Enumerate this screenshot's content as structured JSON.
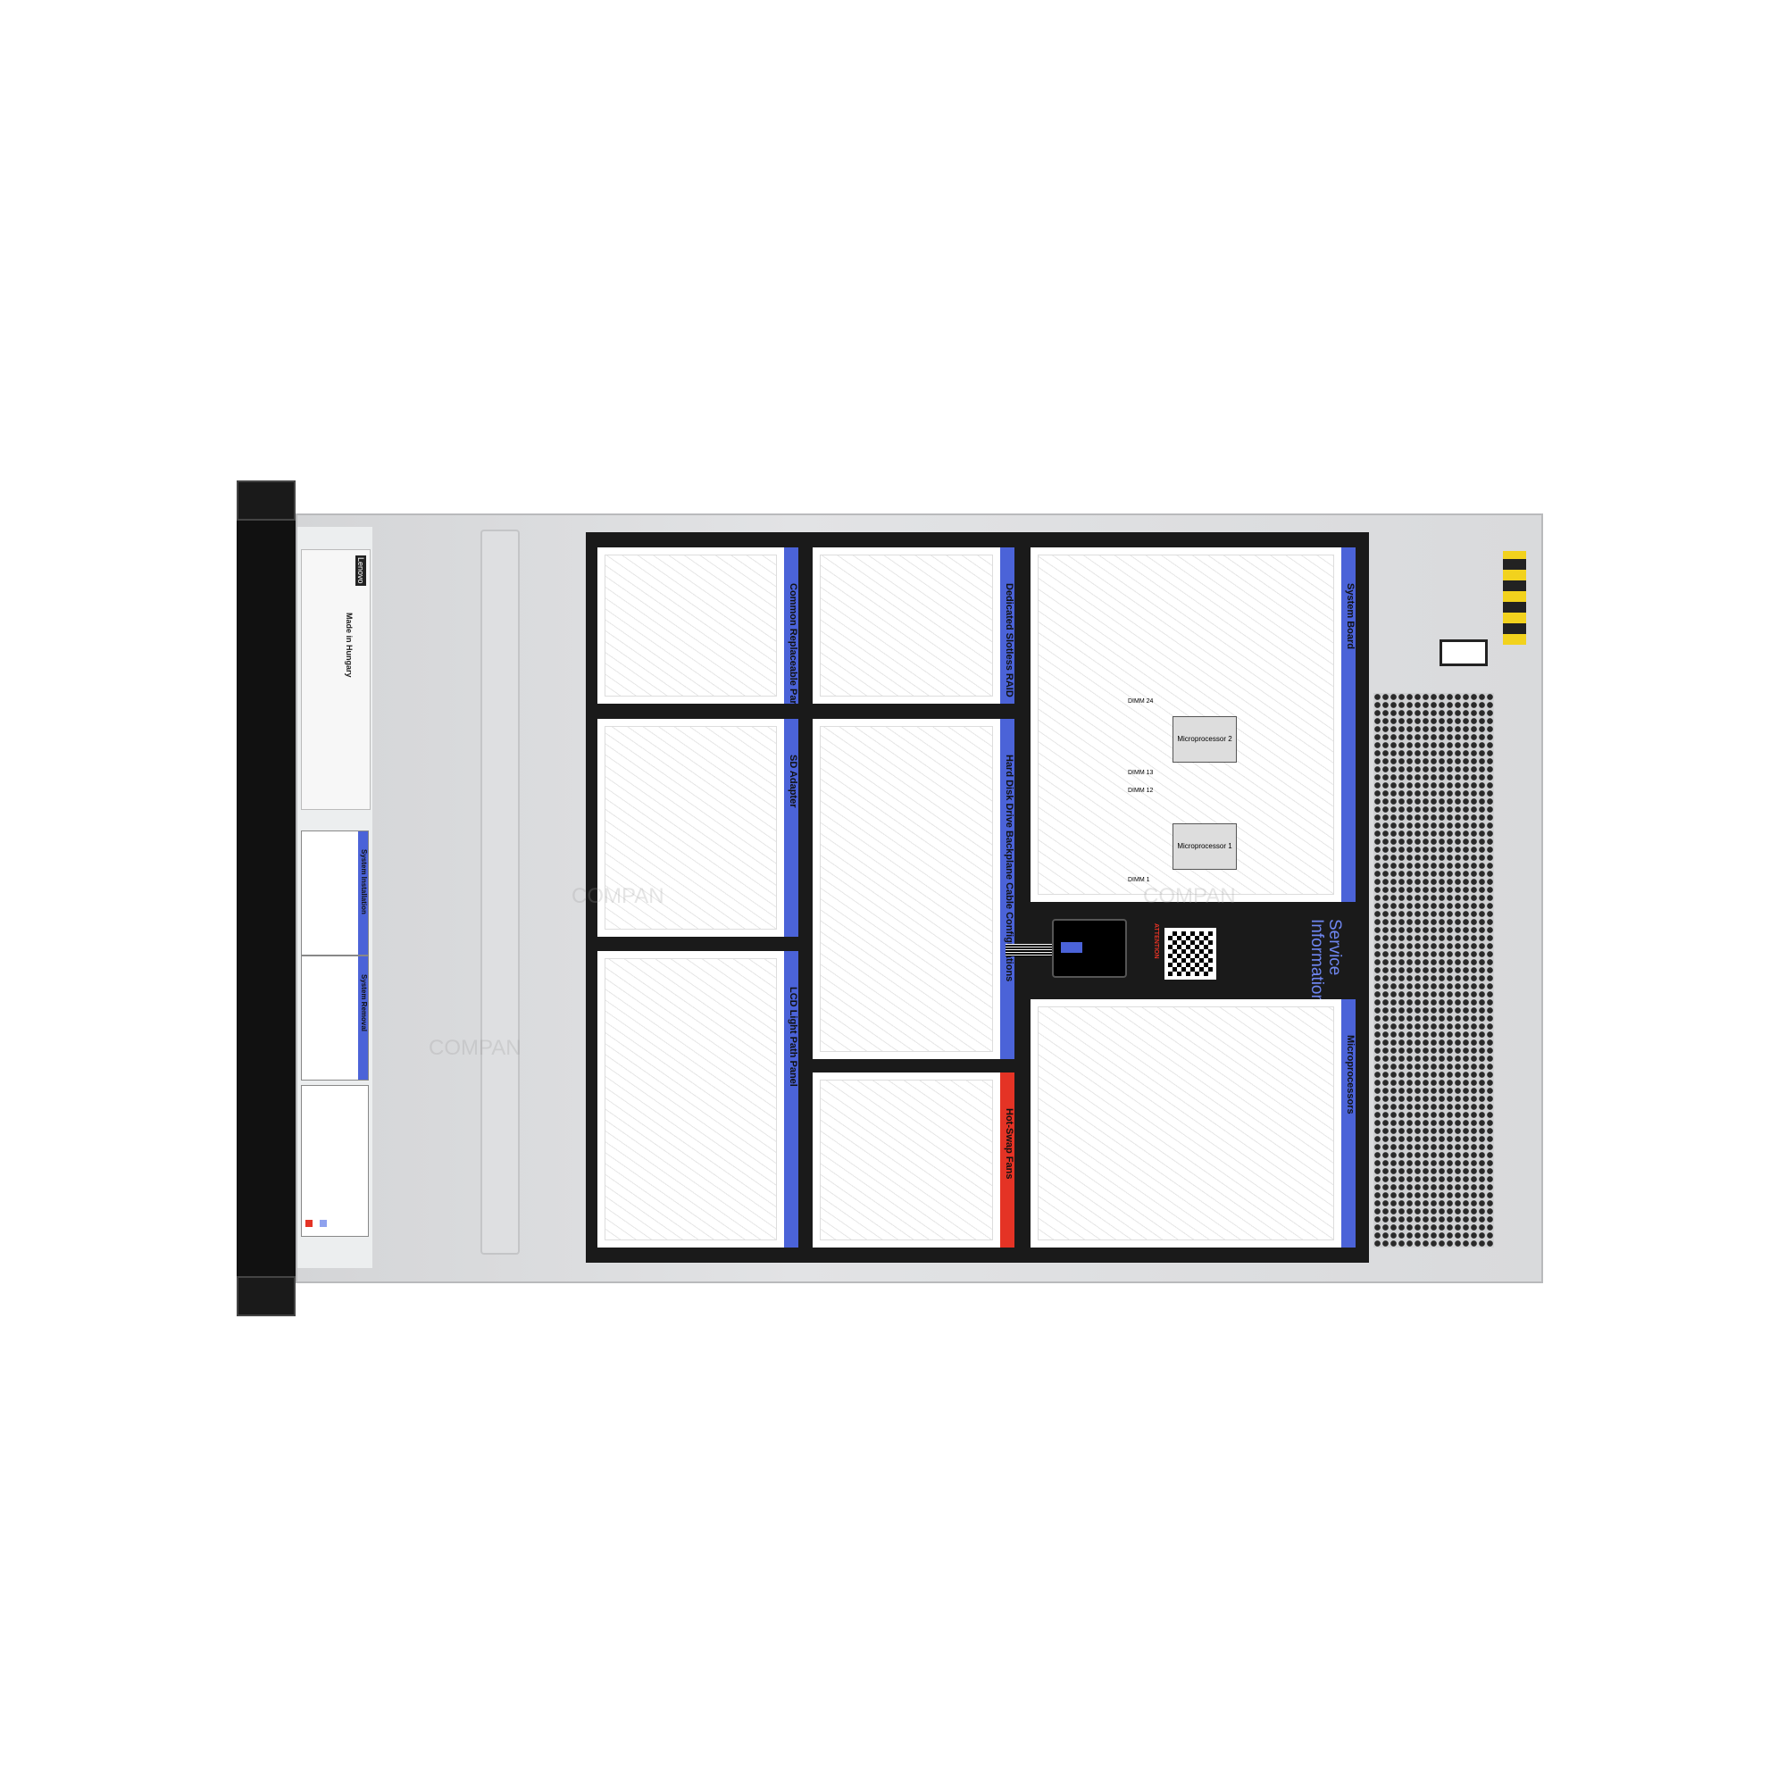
{
  "front_label": {
    "brand": "Lenovo",
    "origin": "Made in Hungary"
  },
  "front_instruction_labels": [
    {
      "title": "System Installation"
    },
    {
      "title": "System Removal"
    }
  ],
  "service_labels": {
    "common_replaceable_parts": "Common Replaceable Parts",
    "sd_adapter": "SD Adapter",
    "lcd_light_path_panel": "LCD Light Path Panel",
    "dedicated_slotless_raid": "Dedicated Slotless RAID",
    "hdd_backplane": "Hard Disk Drive Backplane Cable Configurations",
    "hot_swap_fans": "Hot-Swap Fans",
    "system_board": "System Board",
    "microprocessors": "Microprocessors",
    "service_information": "Service Information",
    "attention": "ATTENTION"
  },
  "system_board_labels": [
    "Microprocessor 2",
    "Microprocessor 1",
    "DIMM 24",
    "DIMM 13",
    "DIMM 12",
    "DIMM 1"
  ],
  "watermark": "COMPAN",
  "colors": {
    "accent_blue": "#4b63d8",
    "fan_red": "#e43325",
    "board_black": "#1a1a1a"
  }
}
